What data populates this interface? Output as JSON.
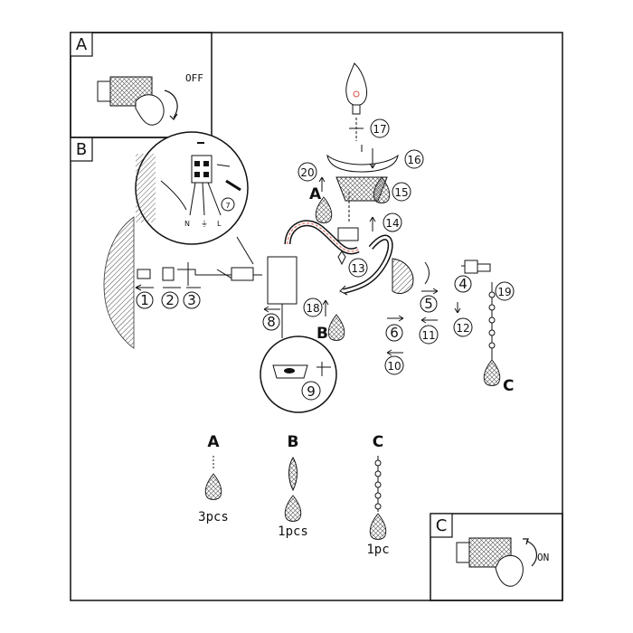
{
  "panels": {
    "a": {
      "label": "A",
      "switch_text": "OFF"
    },
    "b": {
      "label": "B"
    },
    "c": {
      "label": "C",
      "switch_text": "ON"
    }
  },
  "wiring": {
    "n": "N",
    "e": "⏚",
    "l": "L",
    "callout": "7"
  },
  "callouts": [
    "1",
    "2",
    "3",
    "4",
    "5",
    "6",
    "8",
    "9",
    "10",
    "11",
    "12",
    "13",
    "14",
    "15",
    "16",
    "17",
    "18",
    "19",
    "20"
  ],
  "crystal_labels": {
    "a_top": "A",
    "b_mid": "B",
    "c_right": "C"
  },
  "legend": [
    {
      "letter": "A",
      "qty": "3pcs"
    },
    {
      "letter": "B",
      "qty": "1pcs"
    },
    {
      "letter": "C",
      "qty": "1pc"
    }
  ]
}
